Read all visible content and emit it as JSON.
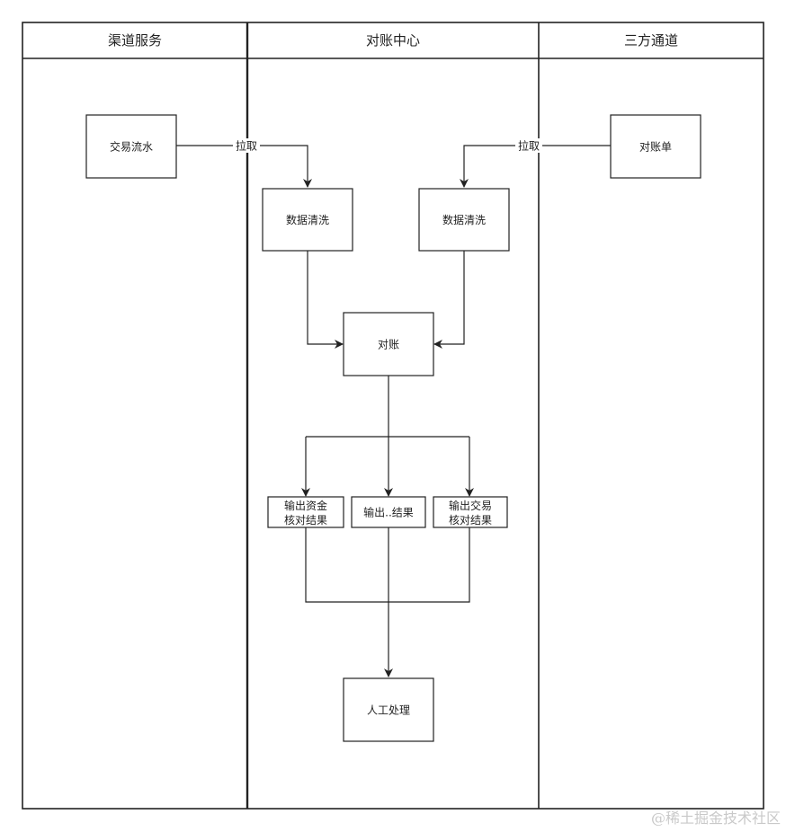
{
  "lanes": [
    {
      "id": "channel",
      "title": "渠道服务"
    },
    {
      "id": "recon",
      "title": "对账中心"
    },
    {
      "id": "thirdparty",
      "title": "三方通道"
    }
  ],
  "nodes": {
    "trade_flow": {
      "label": "交易流水"
    },
    "statement": {
      "label": "对账单"
    },
    "clean_left": {
      "label": "数据清洗"
    },
    "clean_right": {
      "label": "数据清洗"
    },
    "reconcile": {
      "label": "对账"
    },
    "out_fund": {
      "lines": [
        "输出资金",
        "核对结果"
      ]
    },
    "out_result": {
      "label": "输出..结果"
    },
    "out_trade": {
      "lines": [
        "输出交易",
        "核对结果"
      ]
    },
    "manual": {
      "label": "人工处理"
    }
  },
  "edges": {
    "pull_left": {
      "label": "拉取"
    },
    "pull_right": {
      "label": "拉取"
    }
  },
  "watermark": "@稀土掘金技术社区",
  "colors": {
    "stroke": "#222222",
    "text": "#222222",
    "watermark": "#c9c9c9",
    "background": "#ffffff"
  }
}
